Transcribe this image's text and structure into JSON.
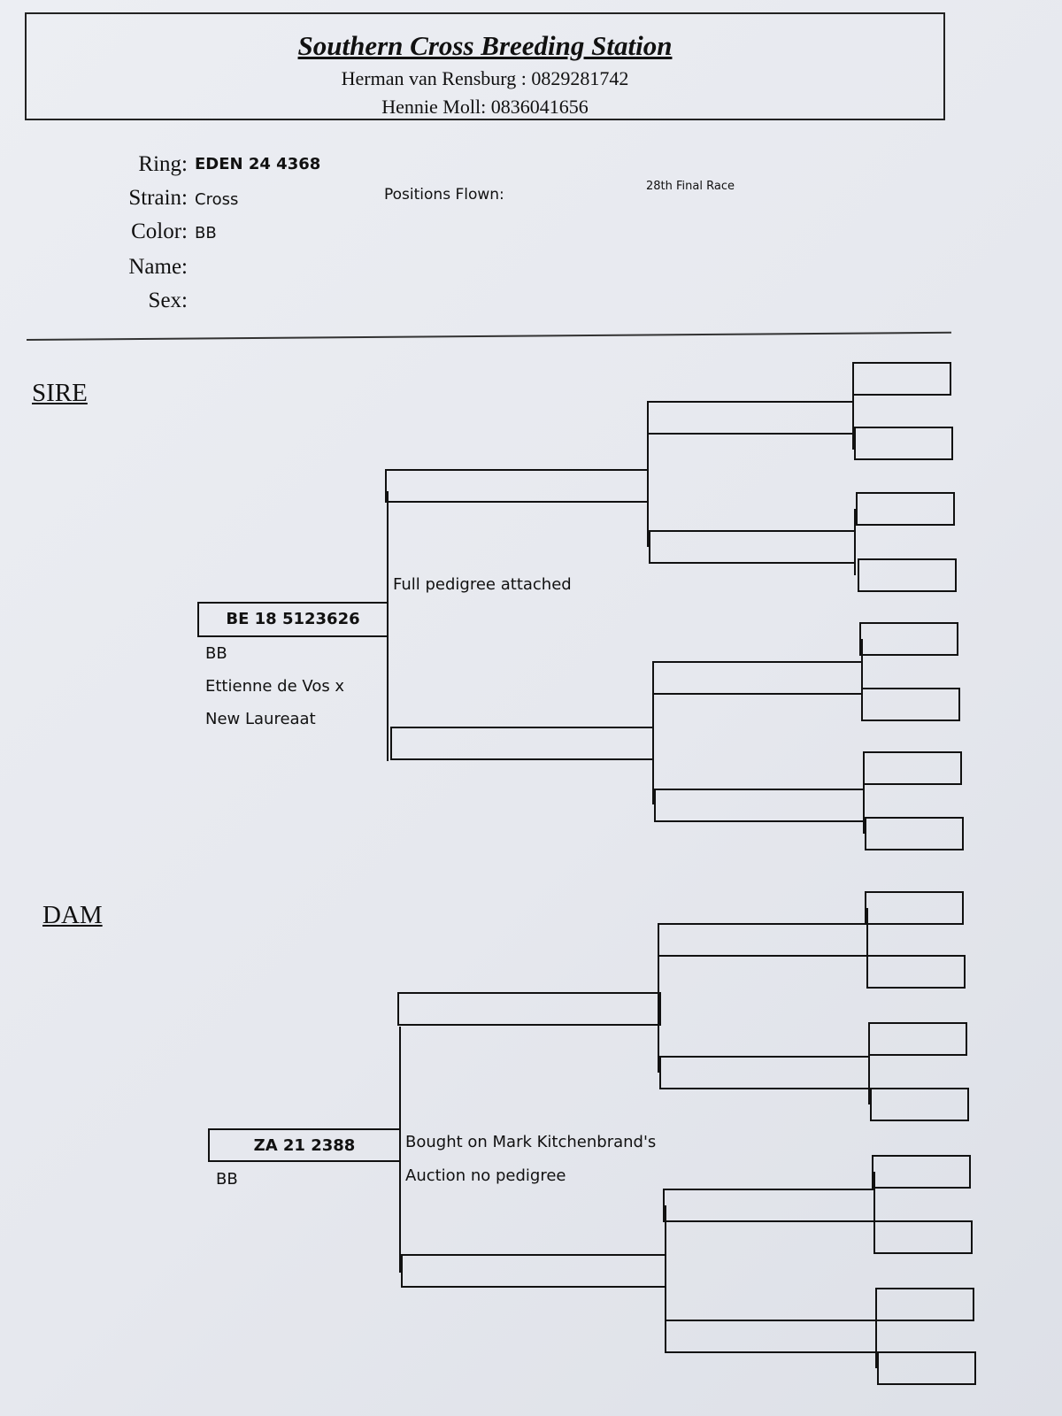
{
  "header": {
    "title": "Southern Cross Breeding Station",
    "contact_1": "Herman van Rensburg : 0829281742",
    "contact_2": "Hennie Moll: 0836041656"
  },
  "bird": {
    "ring_label": "Ring:",
    "ring": "EDEN 24 4368",
    "strain_label": "Strain:",
    "strain": "Cross",
    "color_label": "Color:",
    "color": "BB",
    "name_label": "Name:",
    "sex_label": "Sex:",
    "positions_label": "Positions Flown:",
    "positions_value": "28th Final Race"
  },
  "sire": {
    "section_label": "SIRE",
    "ring": "BE 18 5123626",
    "color": "BB",
    "line_1": "Ettienne de Vos x",
    "line_2": "New Laureaat",
    "note": "Full pedigree attached"
  },
  "dam": {
    "section_label": "DAM",
    "ring": "ZA 21 2388",
    "color": "BB",
    "note_1": "Bought on Mark Kitchenbrand's",
    "note_2": "Auction no pedigree"
  }
}
